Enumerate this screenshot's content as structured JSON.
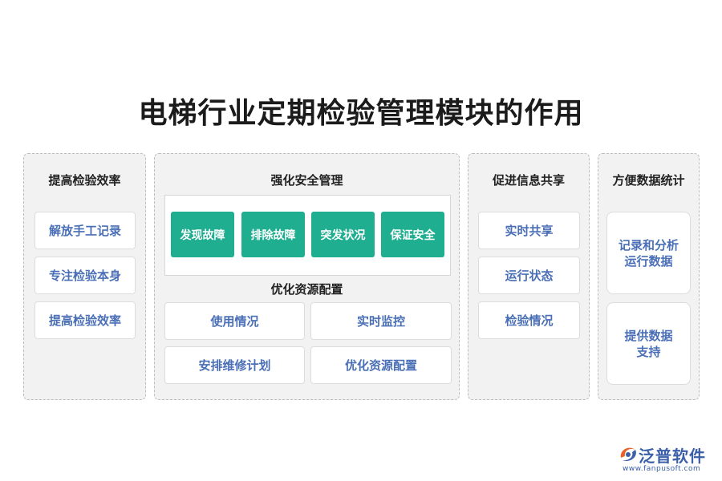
{
  "title": "电梯行业定期检验管理模块的作用",
  "colors": {
    "accent_green": "#1fae8f",
    "card_text_blue": "#4a6fb6",
    "panel_bg": "#f2f2f2",
    "brand_blue": "#3b5fa8"
  },
  "panels": {
    "efficiency": {
      "heading": "提高检验效率",
      "items": [
        "解放手工记录",
        "专注检验本身",
        "提高检验效率"
      ]
    },
    "safety": {
      "heading": "强化安全管理",
      "actions": [
        "发现故障",
        "排除故障",
        "突发状况",
        "保证安全"
      ],
      "subheading": "优化资源配置",
      "items": [
        "使用情况",
        "实时监控",
        "安排维修计划",
        "优化资源配置"
      ]
    },
    "sharing": {
      "heading": "促进信息共享",
      "items": [
        "实时共享",
        "运行状态",
        "检验情况"
      ]
    },
    "stats": {
      "heading": "方便数据统计",
      "items": [
        {
          "line1": "记录和分析",
          "line2": "运行数据"
        },
        {
          "line1": "提供数据",
          "line2": "支持"
        }
      ]
    }
  },
  "logo": {
    "name": "泛普软件",
    "url": "www.fanpusoft.com",
    "icon": "fanpu-swirl-logo"
  }
}
